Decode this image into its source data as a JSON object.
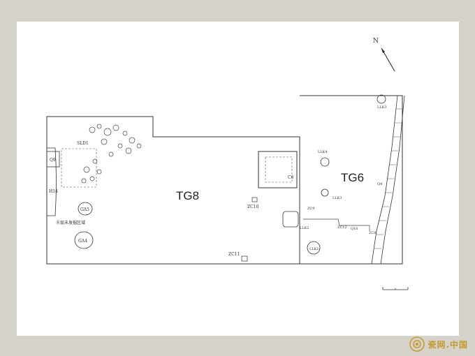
{
  "trenches": {
    "tg8": "TG8",
    "tg6": "TG6"
  },
  "north": "N",
  "features": {
    "sld1": "SLD1",
    "q9": "Q9",
    "h14": "H14",
    "ga5": "GA5",
    "ga4": "GA4",
    "unexcavated": "⑧层未发掘区域",
    "c6": "C6",
    "zc10": "ZC10",
    "zc11": "ZC11",
    "llk4": "LLK4",
    "llk3": "LLK3",
    "llk3_top": "LLK3",
    "zc9": "ZC9",
    "llk2": "LLK2",
    "zc12": "ZC12",
    "q10": "Q10",
    "zc8": "ZC8",
    "llk1": "LLK1",
    "q4": "Q4"
  },
  "watermark": {
    "text": "瓷网.中国",
    "logo_icon": "porcelain-logo-icon"
  },
  "colors": {
    "line": "#333333",
    "background": "#d6d3cd",
    "sheet": "#ffffff",
    "watermark": "#c69a2a"
  }
}
